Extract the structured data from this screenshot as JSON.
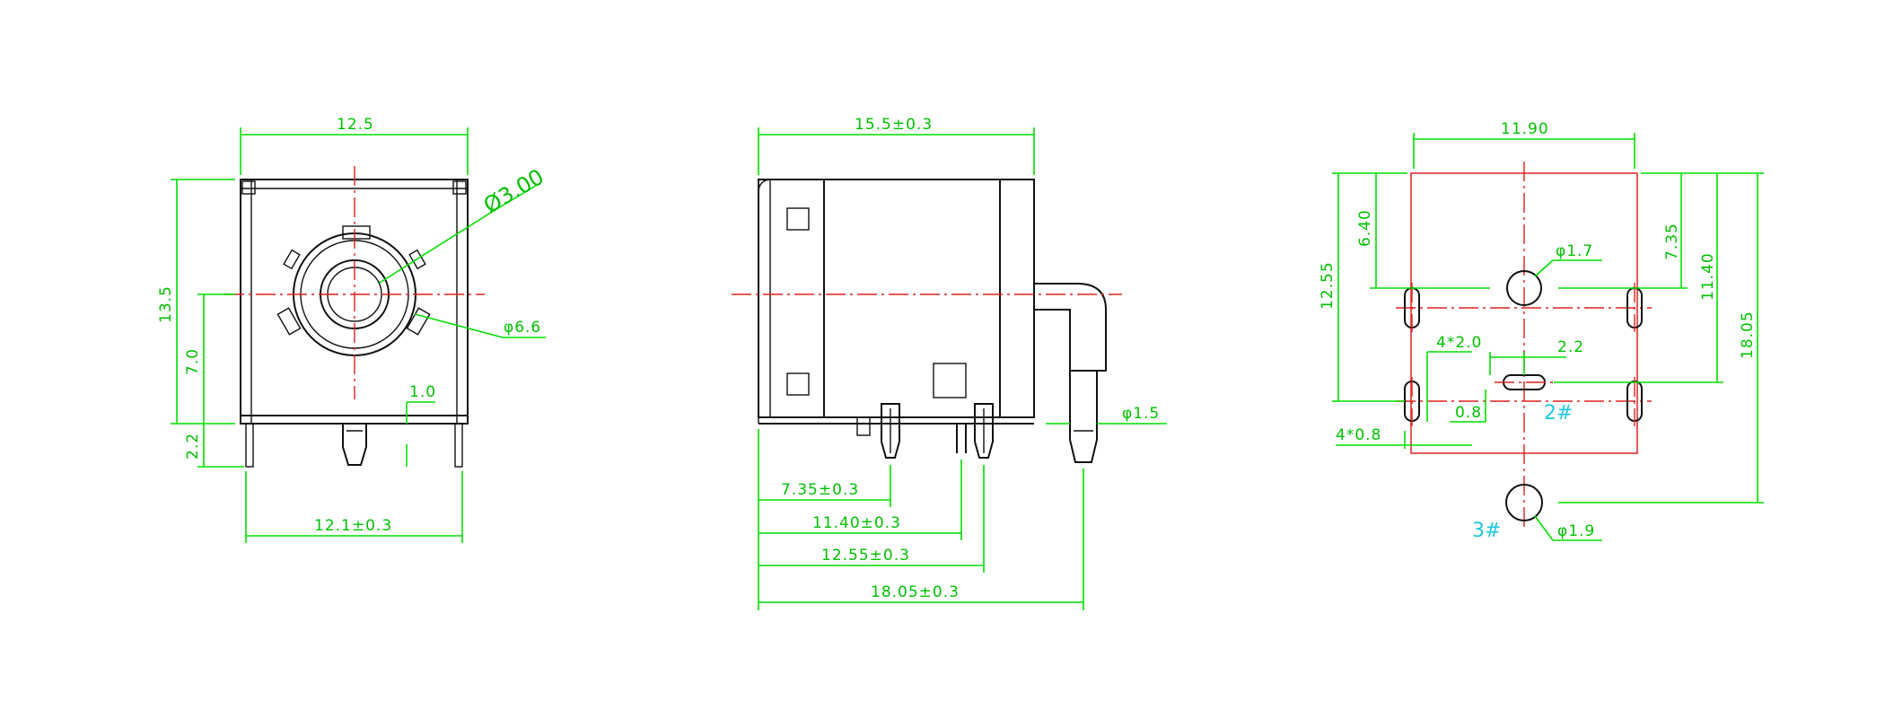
{
  "colors": {
    "dimension": "#00e000",
    "centerline": "#e02020",
    "outline": "#111111",
    "pad_outline": "#e03030",
    "pin_label": "#20c8e0"
  },
  "front_view": {
    "width": "12.5",
    "height": "13.5",
    "center_height": "7.0",
    "pin_height": "2.2",
    "hole_dia": "Ø3.00",
    "body_dia": "φ6.6",
    "offset": "1.0",
    "pin_span": "12.1±0.3"
  },
  "side_view": {
    "length": "15.5±0.3",
    "pin_dia": "φ1.5",
    "pin1_pos": "7.35±0.3",
    "pin2_pos": "11.40±0.3",
    "pin3_pos": "12.55±0.3",
    "pin4_pos": "18.05±0.3"
  },
  "footprint": {
    "width": "11.90",
    "d_640": "6.40",
    "d_735": "7.35",
    "d_1255": "12.55",
    "d_1140": "11.40",
    "d_1805": "18.05",
    "hole_17": "φ1.7",
    "hole_19": "φ1.9",
    "slot_label": "4*2.0",
    "slot_small": "0.8",
    "d_22": "2.2",
    "pad_width": "4*0.8",
    "pin2_label": "2#",
    "pin3_label": "3#"
  }
}
